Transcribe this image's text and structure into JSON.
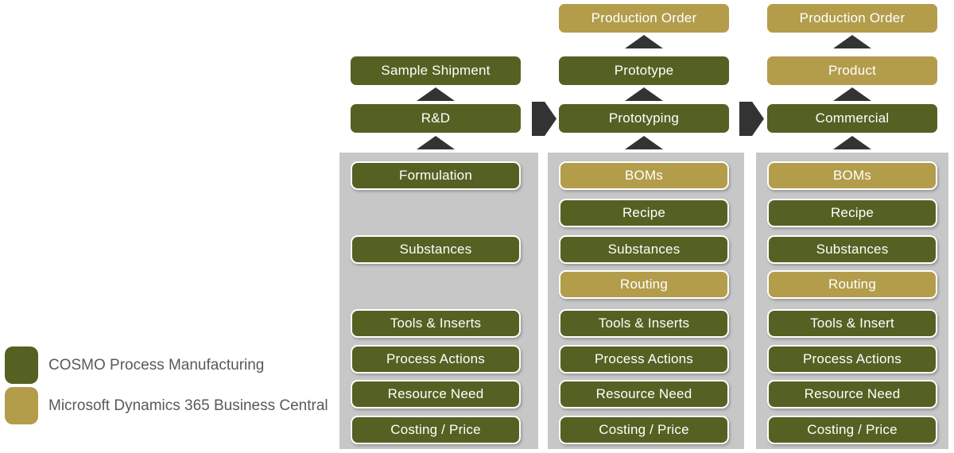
{
  "colors": {
    "cosmo": "#556122",
    "bc": "#b39d4b",
    "panel": "#c7c7c7",
    "arrow": "#333333",
    "box_text": "#ffffff",
    "legend_text": "#595959"
  },
  "legend": {
    "items": [
      {
        "label": "COSMO Process Manufacturing",
        "key": "cosmo"
      },
      {
        "label": "Microsoft Dynamics 365 Business Central",
        "key": "bc"
      }
    ]
  },
  "columns": [
    {
      "name": "rd",
      "stage_boxes": [
        {
          "label": "Sample Shipment",
          "product": "cosmo",
          "row": 1
        },
        {
          "label": "R&D",
          "product": "cosmo",
          "row": 2
        }
      ],
      "panel_items": [
        {
          "label": "Formulation",
          "product": "cosmo",
          "slot": 0
        },
        {
          "label": "Substances",
          "product": "cosmo",
          "slot": 2
        },
        {
          "label": "Tools & Inserts",
          "product": "cosmo",
          "slot": 4
        },
        {
          "label": "Process Actions",
          "product": "cosmo",
          "slot": 5
        },
        {
          "label": "Resource Need",
          "product": "cosmo",
          "slot": 6
        },
        {
          "label": "Costing / Price",
          "product": "cosmo",
          "slot": 7
        }
      ]
    },
    {
      "name": "prototyping",
      "stage_boxes": [
        {
          "label": "Production Order",
          "product": "bc",
          "row": 0
        },
        {
          "label": "Prototype",
          "product": "cosmo",
          "row": 1
        },
        {
          "label": "Prototyping",
          "product": "cosmo",
          "row": 2
        }
      ],
      "panel_items": [
        {
          "label": "BOMs",
          "product": "bc",
          "slot": 0
        },
        {
          "label": "Recipe",
          "product": "cosmo",
          "slot": 1
        },
        {
          "label": "Substances",
          "product": "cosmo",
          "slot": 2
        },
        {
          "label": "Routing",
          "product": "bc",
          "slot": 3
        },
        {
          "label": "Tools & Inserts",
          "product": "cosmo",
          "slot": 4
        },
        {
          "label": "Process Actions",
          "product": "cosmo",
          "slot": 5
        },
        {
          "label": "Resource Need",
          "product": "cosmo",
          "slot": 6
        },
        {
          "label": "Costing / Price",
          "product": "cosmo",
          "slot": 7
        }
      ]
    },
    {
      "name": "commercial",
      "stage_boxes": [
        {
          "label": "Production Order",
          "product": "bc",
          "row": 0
        },
        {
          "label": "Product",
          "product": "bc",
          "row": 1
        },
        {
          "label": "Commercial",
          "product": "cosmo",
          "row": 2
        }
      ],
      "panel_items": [
        {
          "label": "BOMs",
          "product": "bc",
          "slot": 0
        },
        {
          "label": "Recipe",
          "product": "cosmo",
          "slot": 1
        },
        {
          "label": "Substances",
          "product": "cosmo",
          "slot": 2
        },
        {
          "label": "Routing",
          "product": "bc",
          "slot": 3
        },
        {
          "label": "Tools & Insert",
          "product": "cosmo",
          "slot": 4
        },
        {
          "label": "Process Actions",
          "product": "cosmo",
          "slot": 5
        },
        {
          "label": "Resource Need",
          "product": "cosmo",
          "slot": 6
        },
        {
          "label": "Costing / Price",
          "product": "cosmo",
          "slot": 7
        }
      ]
    }
  ]
}
